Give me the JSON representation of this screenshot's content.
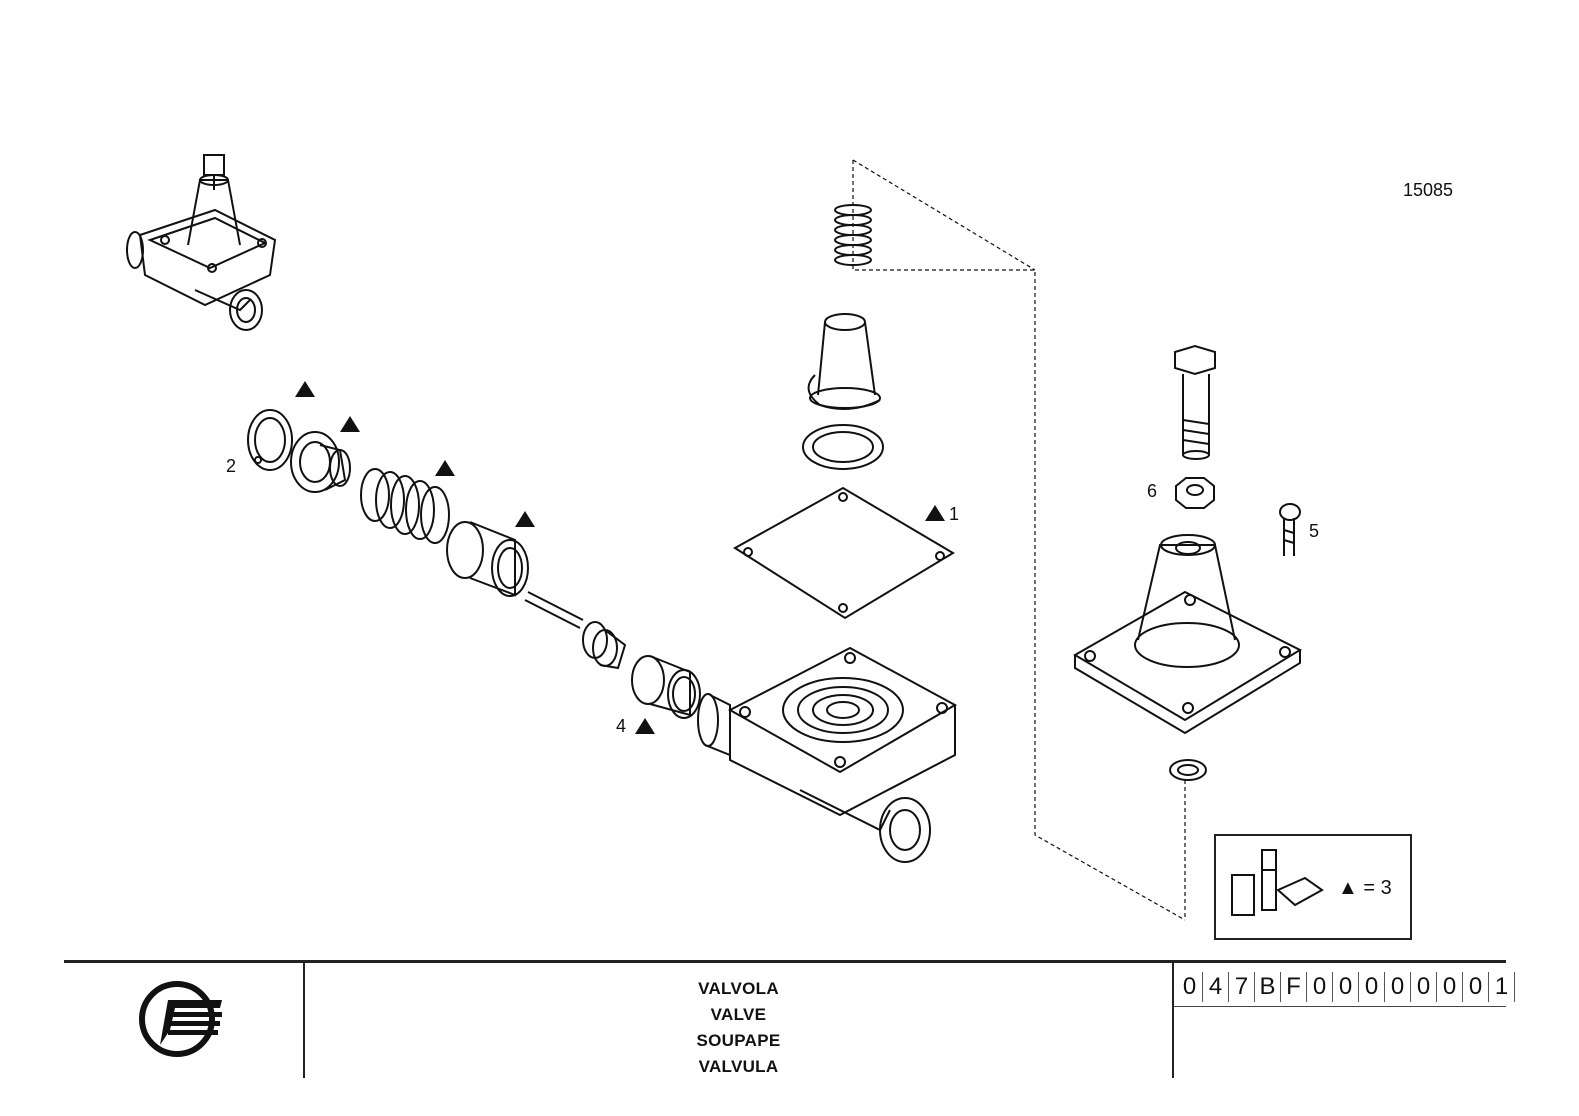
{
  "drawing_ref": "15085",
  "callouts": {
    "c1": "1",
    "c2": "2",
    "c4": "4",
    "c5": "5",
    "c6": "6"
  },
  "legend": {
    "symbol": "▲",
    "text": "= 3"
  },
  "title_block": {
    "names": [
      "VALVOLA",
      "VALVE",
      "SOUPAPE",
      "VALVULA"
    ],
    "code_chars": [
      "0",
      "4",
      "7",
      "B",
      "F",
      "0",
      "0",
      "0",
      "0",
      "0",
      "0",
      "0",
      "1"
    ]
  },
  "colors": {
    "ink": "#111111",
    "background": "#ffffff"
  }
}
